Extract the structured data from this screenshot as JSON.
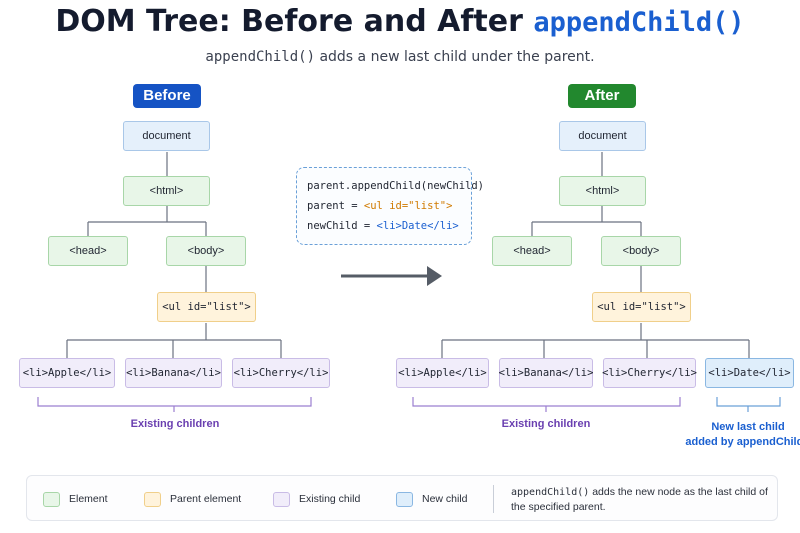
{
  "title": {
    "text": "DOM Tree: Before and After ",
    "code": "appendChild()"
  },
  "subtitle": {
    "code": "appendChild()",
    "text": " adds a new last child under the parent."
  },
  "before": {
    "label": "Before",
    "nodes": {
      "document": "document",
      "html": "<html>",
      "head": "<head>",
      "body": "<body>",
      "ul": "<ul id=\"list\">",
      "apple": "<li>Apple</li>",
      "banana": "<li>Banana</li>",
      "cherry": "<li>Cherry</li>"
    },
    "caption": "Existing children"
  },
  "after": {
    "label": "After",
    "nodes": {
      "document": "document",
      "html": "<html>",
      "head": "<head>",
      "body": "<body>",
      "ul": "<ul id=\"list\">",
      "apple": "<li>Apple</li>",
      "banana": "<li>Banana</li>",
      "cherry": "<li>Cherry</li>",
      "date": "<li>Date</li>"
    },
    "caption": "Existing children",
    "new_caption_1": "New last child",
    "new_caption_2": "added by appendChild()"
  },
  "code": {
    "line1": "parent.appendChild(newChild)",
    "line2_prefix": "parent = ",
    "line2_value": "<ul id=\"list\">",
    "line3_prefix": "newChild = ",
    "line3_value": "<li>Date</li>"
  },
  "legend": {
    "element": "Element",
    "parent": "Parent element",
    "existing": "Existing child",
    "new": "New child",
    "note_code": "appendChild()",
    "note_text": " adds the new node as the last child of the specified parent."
  },
  "colors": {
    "before_pill": "#1553c4",
    "after_pill": "#22882e",
    "accent_blue": "#1a5fd0",
    "accent_orange": "#d07a00",
    "accent_purple": "#6a3fb0"
  }
}
